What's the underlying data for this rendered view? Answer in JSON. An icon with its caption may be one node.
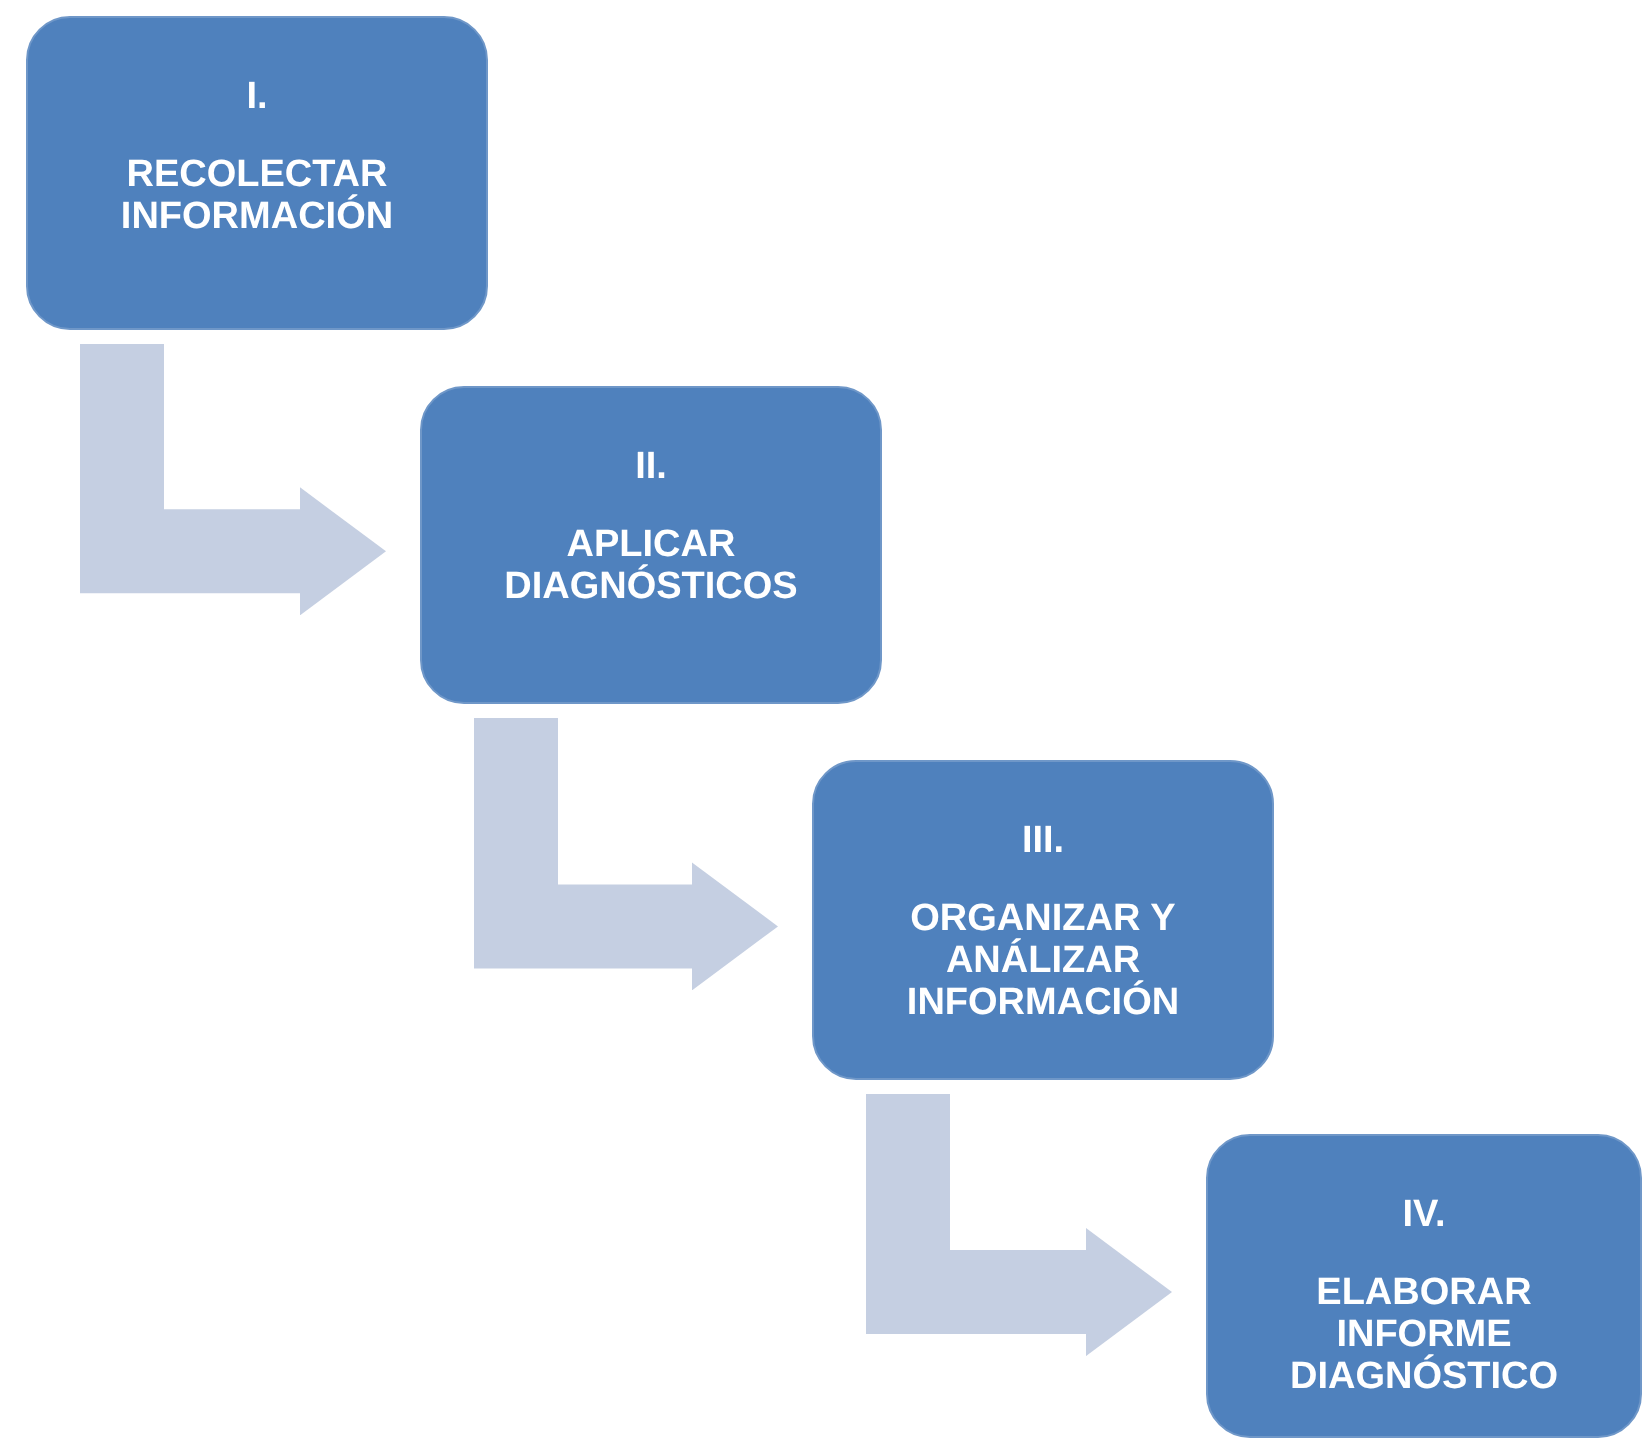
{
  "diagram": {
    "nodes": [
      {
        "text": [
          "I.",
          "RECOLECTAR INFORMACIÓN"
        ]
      },
      {
        "text": [
          "II.",
          "APLICAR DIAGNÓSTICOS"
        ]
      },
      {
        "text": [
          "III.",
          "ORGANIZAR Y ANÁLIZAR INFORMACIÓN"
        ]
      },
      {
        "text": [
          "IV.",
          "ELABORAR INFORME DIAGNÓSTICO"
        ]
      }
    ],
    "edges": [
      {
        "from": 0,
        "to": 1,
        "arrow": "to"
      },
      {
        "from": 1,
        "to": 2,
        "arrow": "to"
      },
      {
        "from": 2,
        "to": 3,
        "arrow": "to"
      }
    ]
  }
}
